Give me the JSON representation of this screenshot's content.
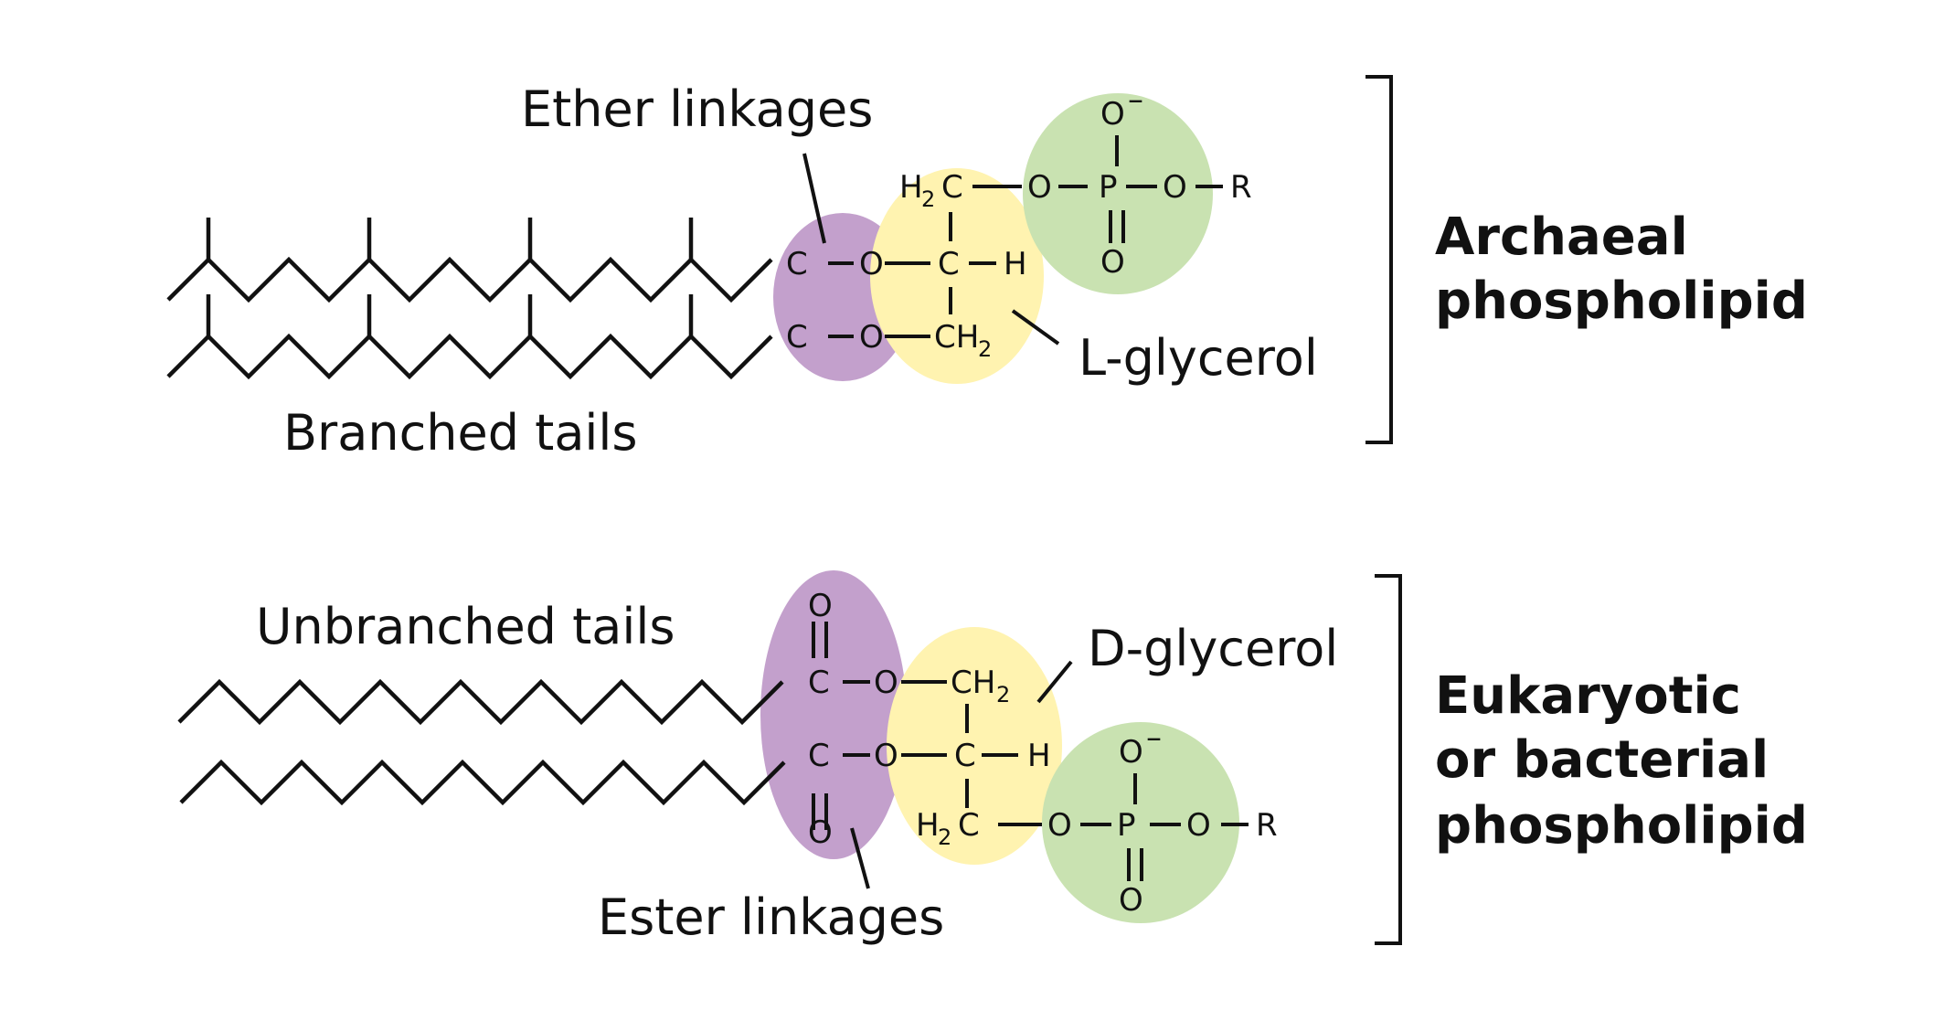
{
  "colors": {
    "linkage": "#C3A0CC",
    "glycerol": "#FFF3B0",
    "phosphate": "#C9E2B1",
    "ink": "#111111"
  },
  "archaeal": {
    "title_line1": "Archaeal",
    "title_line2": "phospholipid",
    "ether_label": "Ether linkages",
    "glycerol_label": "L-glycerol",
    "tails_label": "Branched tails",
    "atoms": {
      "c1": "C",
      "o1": "O",
      "c2": "C",
      "o2": "O",
      "ch2_top": "H",
      "ch2_top_sub": "2",
      "ch2_top_c": "C",
      "c_mid": "C",
      "h_mid": "H",
      "ch2_bot_c": "CH",
      "ch2_bot_sub": "2",
      "o_link": "O",
      "p": "P",
      "o_right": "O",
      "r": "R",
      "o_minus": "O",
      "minus": "–",
      "o_double": "O"
    }
  },
  "eukaryotic": {
    "title_line1": "Eukaryotic",
    "title_line2": "or bacterial",
    "title_line3": "phospholipid",
    "ester_label": "Ester linkages",
    "glycerol_label": "D-glycerol",
    "tails_label": "Unbranched tails",
    "atoms": {
      "o_top": "O",
      "c1": "C",
      "o1": "O",
      "ch2_top_c": "CH",
      "ch2_top_sub": "2",
      "c2": "C",
      "o2": "O",
      "o_bot": "O",
      "c_mid": "C",
      "h_mid": "H",
      "h2c_h": "H",
      "h2c_sub": "2",
      "h2c_c": "C",
      "o_link": "O",
      "p": "P",
      "o_right": "O",
      "r": "R",
      "o_minus": "O",
      "minus": "–",
      "o_double": "O"
    }
  }
}
